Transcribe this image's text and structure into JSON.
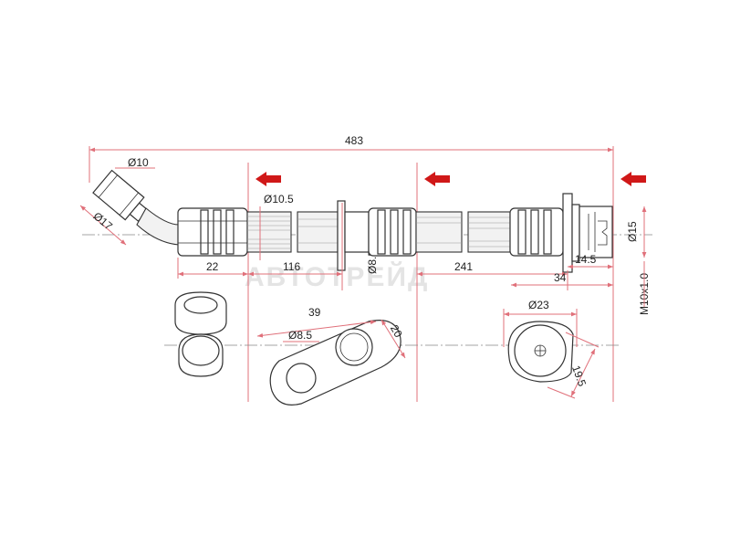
{
  "watermark": "АВТОТРЕЙД",
  "dimensions": {
    "total_length": "483",
    "fitting_dia_small": "Ø10",
    "fitting_dia_large": "Ø17",
    "hose_dia": "Ø10.5",
    "bracket_hole_dia": "Ø8.5",
    "end_fitting_dia": "Ø15",
    "thread": "M10x1.0",
    "seg_left": "22",
    "seg_mid_left": "116",
    "seg_mid_right": "241",
    "seg_right": "34",
    "seg_end": "14.5",
    "bracket_length": "39",
    "bracket_width": "20",
    "bracket_small_hole": "Ø8.5",
    "flange_dia": "Ø23",
    "flange_radius": "19.5"
  },
  "colors": {
    "dimension_line": "#e0707a",
    "arrow": "#d01818",
    "outline": "#333333"
  },
  "icons": [
    "arrow-left-icon",
    "arrow-left-icon",
    "arrow-left-icon"
  ]
}
